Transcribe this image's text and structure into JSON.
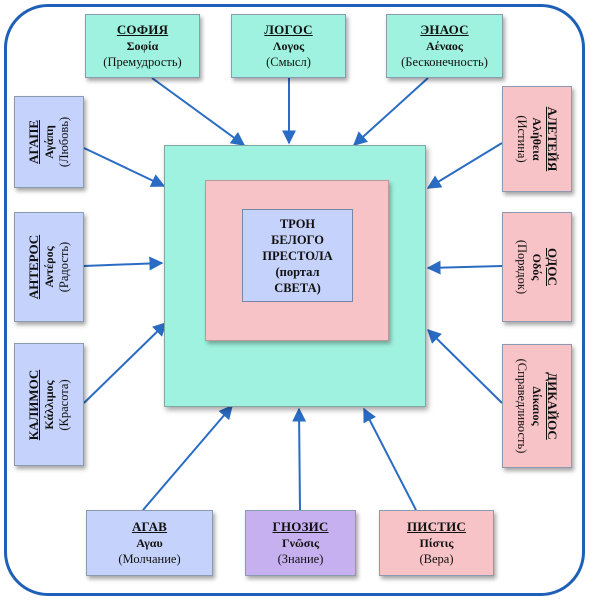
{
  "colors": {
    "frame": "#1e5fb8",
    "green": "#9ff2df",
    "blue": "#c5d2fb",
    "pink": "#f8c3c7",
    "purple": "#c6b0f0",
    "arrow": "#2a6cc4"
  },
  "top": [
    {
      "name": "СОФИЯ",
      "greek": "Σοφία",
      "meaning": "(Премудрость)"
    },
    {
      "name": "ЛОГОС",
      "greek": "Λογος",
      "meaning": "(Смысл)"
    },
    {
      "name": "ЭНАОС",
      "greek": "Αέναος",
      "meaning": "(Бесконечность)"
    }
  ],
  "left": [
    {
      "name": "АГАПЕ",
      "greek": "Αγάπη",
      "meaning": "(Любовь)"
    },
    {
      "name": "АНТЕРОС",
      "greek": "Αντέρος",
      "meaning": "(Радость)"
    },
    {
      "name": "КАЛИМОС",
      "greek": "Κάλλιμος",
      "meaning": "(Красота)"
    }
  ],
  "right": [
    {
      "name": "АЛЕТЕЙЯ",
      "greek": "Αλήθεια",
      "meaning": "(Истина)"
    },
    {
      "name": "ОДОС",
      "greek": "Οδός",
      "meaning": "(Порядок)"
    },
    {
      "name": "ДИКАЙОС",
      "greek": "Δίκαιος",
      "meaning": "(Справедливость)"
    }
  ],
  "bottom": [
    {
      "name": "АГАВ",
      "greek": "Αγαυ",
      "meaning": "(Молчание)"
    },
    {
      "name": "ГНОЗИС",
      "greek": "Γνῶσις",
      "meaning": "(Знание)"
    },
    {
      "name": "ПИСТИС",
      "greek": "Πίστις",
      "meaning": "(Вера)"
    }
  ],
  "center": {
    "text": "ТРОН\nБЕЛОГО\nПРЕСТОЛА\n(портал\nСВЕТА)"
  }
}
